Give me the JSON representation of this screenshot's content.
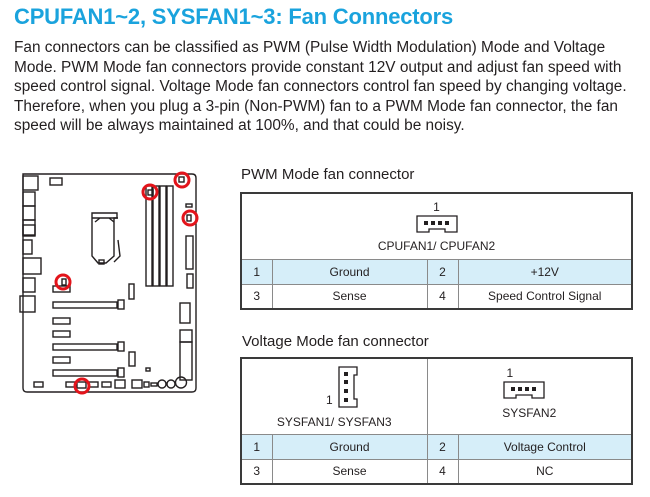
{
  "colors": {
    "accent": "#1aa3dd",
    "highlight_row": "#d6eef9",
    "marker": "#e3141b"
  },
  "section": {
    "title": "CPUFAN1~2, SYSFAN1~3: Fan Connectors",
    "intro": "Fan connectors can be classified as PWM (Pulse Width Modulation) Mode and Voltage Mode. PWM Mode fan connectors provide constant 12V output and adjust fan speed with speed control signal. Voltage Mode fan connectors control fan speed by changing voltage. Therefore, when you plug a 3-pin (Non-PWM) fan to a PWM Mode fan connector, the fan speed will be always maintained at 100%, and that could be noisy."
  },
  "diagram": {
    "name": "motherboard-layout",
    "highlighted_connectors": [
      "CPUFAN1",
      "CPUFAN2",
      "SYSFAN1",
      "SYSFAN2",
      "SYSFAN3"
    ]
  },
  "pwm": {
    "label": "PWM Mode fan connector",
    "pin1_label": "1",
    "connector_name": "CPUFAN1/ CPUFAN2",
    "rows": [
      {
        "pin_a": "1",
        "signal_a": "Ground",
        "pin_b": "2",
        "signal_b": "+12V"
      },
      {
        "pin_a": "3",
        "signal_a": "Sense",
        "pin_b": "4",
        "signal_b": "Speed Control Signal"
      }
    ]
  },
  "voltage": {
    "label": "Voltage Mode fan connector",
    "left": {
      "pin1_label": "1",
      "connector_name": "SYSFAN1/ SYSFAN3"
    },
    "right": {
      "pin1_label": "1",
      "connector_name": "SYSFAN2"
    },
    "rows": [
      {
        "pin_a": "1",
        "signal_a": "Ground",
        "pin_b": "2",
        "signal_b": "Voltage Control"
      },
      {
        "pin_a": "3",
        "signal_a": "Sense",
        "pin_b": "4",
        "signal_b": "NC"
      }
    ]
  }
}
